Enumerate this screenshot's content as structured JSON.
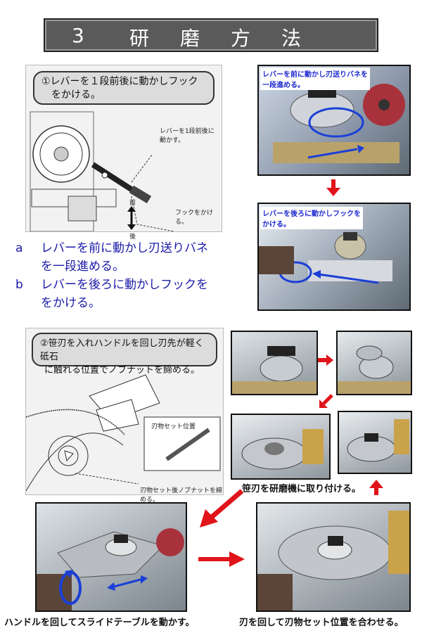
{
  "header": {
    "number": "3",
    "title": "研磨方法"
  },
  "step1": {
    "bubble_line1": "①レバーを１段前後に動かしフック",
    "bubble_line2": "をかける。",
    "diagram_label_lever": "レバーを1段前後に",
    "diagram_label_lever2": "動かす。",
    "front": "前",
    "back": "後",
    "hook": "フックをかける。",
    "photo1_label_l1": "レバーを前に動かし刃送りバネを",
    "photo1_label_l2": "一段進める。",
    "photo2_label_l1": "レバーを後ろに動かしフックを",
    "photo2_label_l2": "かける。",
    "item_a_letter": "a",
    "item_a_l1": "レバーを前に動かし刃送りバネ",
    "item_a_l2": "を一段進める。",
    "item_b_letter": "b",
    "item_b_l1": "レバーを後ろに動かしフックを",
    "item_b_l2": "をかける。"
  },
  "step2": {
    "bubble_line1": "②笹刃を入れハンドルを回し刃先が軽く砥石",
    "bubble_line2": "に触れる位置でノブナットを締める。",
    "inset_label": "刃物セット位置",
    "nut_label": "刃物セット後ノブナットを締める。",
    "attach_caption": "笹刃を研磨機に取り付ける。",
    "caption_left": "ハンドルを回してスライドテーブルを動かす。",
    "caption_right": "刃を回して刃物セット位置を合わせる。"
  },
  "colors": {
    "arrow_red": "#e0141a",
    "arrow_blue": "#1b3fd6",
    "caption_blue": "#1a1aa8"
  }
}
